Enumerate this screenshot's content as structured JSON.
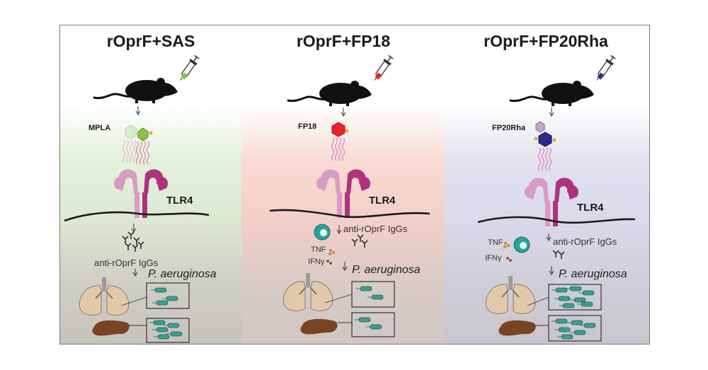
{
  "panels": [
    {
      "title": "rOprF+SAS",
      "adjuvant_label": "MPLA",
      "receptor_label": "TLR4",
      "antibody_label": "anti-rOprF IgGs",
      "pathogen_label": "P. aeruginosa"
    },
    {
      "title": "rOprF+FP18",
      "adjuvant_label": "FP18",
      "receptor_label": "TLR4",
      "antibody_label": "anti-rOprF IgGs",
      "cytokine_1": "TNF",
      "cytokine_2": "IFNγ",
      "pathogen_label": "P. aeruginosa"
    },
    {
      "title": "rOprF+FP20Rha",
      "adjuvant_label": "FP20Rha",
      "receptor_label": "TLR4",
      "antibody_label": "anti-rOprF IgGs",
      "cytokine_1": "TNF",
      "cytokine_2": "IFNγ",
      "pathogen_label": "P. aeruginosa"
    }
  ],
  "colors": {
    "panel_1_tint": "#dce8d2",
    "panel_2_tint": "#f2cfc8",
    "panel_3_tint": "#d9d9e8",
    "receptor": "#b0327f",
    "receptor_light": "#d79cc3",
    "mpla_head": "#8bc34a",
    "fp18_head": "#e8232a",
    "fp20rha_head": "#2d2a8c",
    "lipid_tail": "#e07ab0",
    "bacteria": "#3a9e8e",
    "macrophage": "#2aa39a",
    "lung": "#e2c9a8",
    "spleen": "#7a4322",
    "mouse": "#111111"
  }
}
